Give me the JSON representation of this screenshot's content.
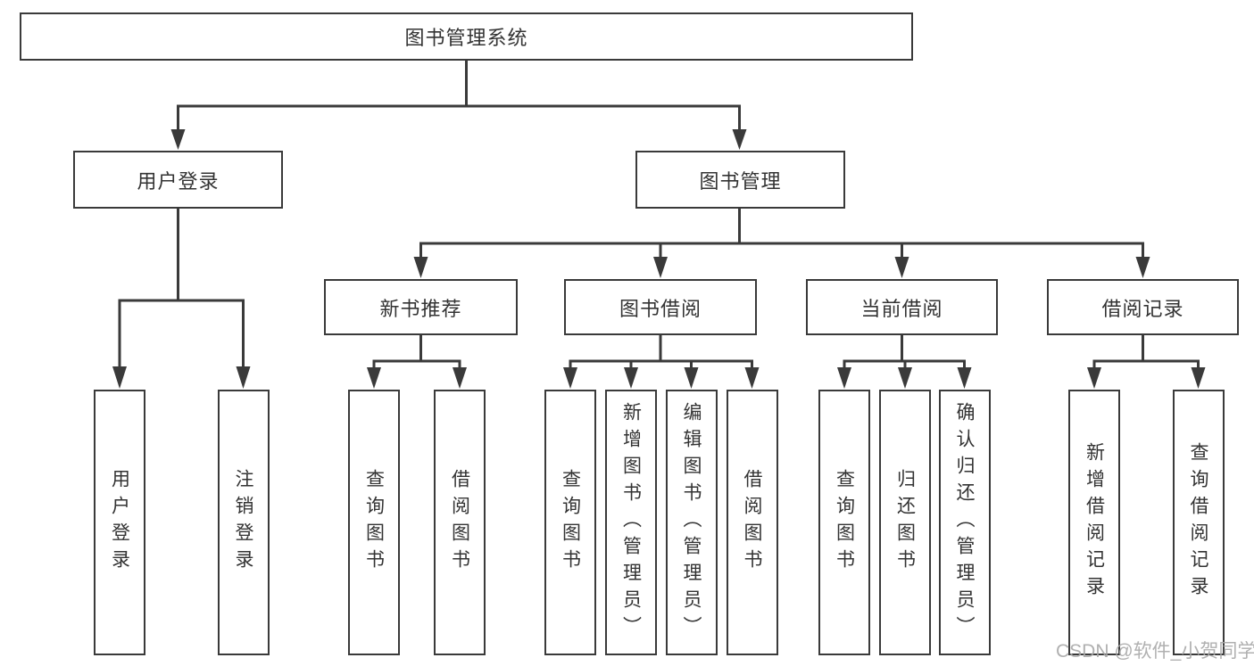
{
  "diagram": {
    "root": "图书管理系统",
    "branches": [
      {
        "label": "用户登录",
        "children": [
          "用户登录",
          "注销登录"
        ]
      },
      {
        "label": "图书管理",
        "sections": [
          {
            "label": "新书推荐",
            "children": [
              "查询图书",
              "借阅图书"
            ]
          },
          {
            "label": "图书借阅",
            "children": [
              "查询图书",
              "新增图书（管理员）",
              "编辑图书（管理员）",
              "借阅图书"
            ]
          },
          {
            "label": "当前借阅",
            "children": [
              "查询图书",
              "归还图书",
              "确认归还（管理员）"
            ]
          },
          {
            "label": "借阅记录",
            "children": [
              "新增借阅记录",
              "查询借阅记录"
            ]
          }
        ]
      }
    ]
  },
  "watermark": "CSDN @软件_小贺同学",
  "colors": {
    "line": "#3a3a3a",
    "box_border": "#3a3a3a",
    "text": "#333333",
    "watermark": "#a8a8a8",
    "background": "#ffffff"
  }
}
